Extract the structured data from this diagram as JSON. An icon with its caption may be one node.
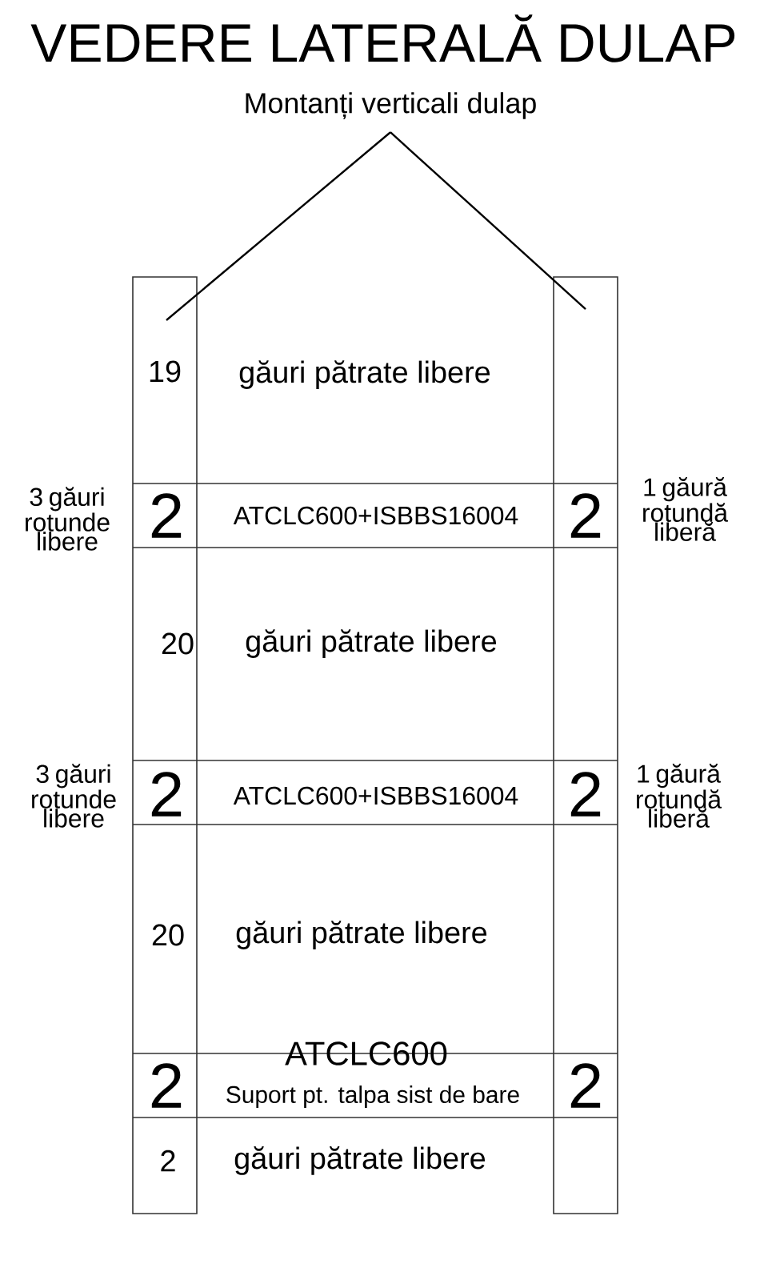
{
  "diagram": {
    "title": "VEDERE LATERALĂ DULAP",
    "nodes": [
      {
        "text": [
          "Montanți verticali dulap"
        ]
      },
      {
        "text": [],
        "shape": "bar"
      },
      {
        "text": [],
        "shape": "bar"
      }
    ],
    "edges": [
      {
        "from": 0,
        "to": 1,
        "arrow": "none"
      },
      {
        "from": 0,
        "to": 2,
        "arrow": "none"
      }
    ],
    "labels": [
      "19",
      "găuri pătrate libere",
      "3 găuri rotunde libere",
      "2",
      "ATCLC600+ISBBS16004",
      "2",
      "1 găură rotundă liberă",
      "20",
      "găuri pătrate libere",
      "3 găuri rotunde libere",
      "2",
      "ATCLC600+ISBBS16004",
      "2",
      "1 găură rotundă liberă",
      "20",
      "găuri pătrate libere",
      "ATCLC600",
      "2",
      "Suport pt. talpa sist de bare",
      "2",
      "2",
      "găuri pătrate libere"
    ]
  }
}
